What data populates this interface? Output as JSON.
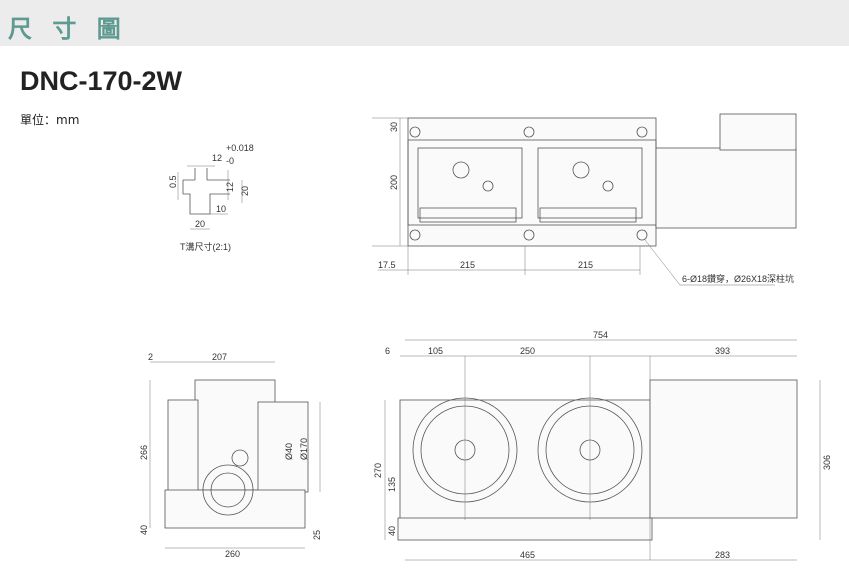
{
  "header": {
    "title": "尺 寸 圖"
  },
  "model": "DNC-170-2W",
  "unit": "單位：mm",
  "tslot": {
    "width": "12",
    "tol_upper": "+0.018",
    "tol_lower": "-0",
    "depth_a": "0.5",
    "h1": "12",
    "h2": "20",
    "w2": "10",
    "w3": "20",
    "caption": "T溝尺寸(2:1)"
  },
  "top_view": {
    "d30": "30",
    "d200": "200",
    "d17_5": "17.5",
    "d215a": "215",
    "d215b": "215",
    "note": "6-Ø18鑽穿，Ø26X18深柱坑"
  },
  "side_view": {
    "d2": "2",
    "d207": "207",
    "d266": "266",
    "d40": "40",
    "d260": "260",
    "d25": "25",
    "dia40": "Ø40",
    "dia170": "Ø170"
  },
  "front_view": {
    "d754": "754",
    "d6": "6",
    "d105": "105",
    "d250": "250",
    "d393": "393",
    "d270": "270",
    "d135": "135",
    "d40": "40",
    "d465": "465",
    "d283": "283",
    "d306": "306"
  }
}
